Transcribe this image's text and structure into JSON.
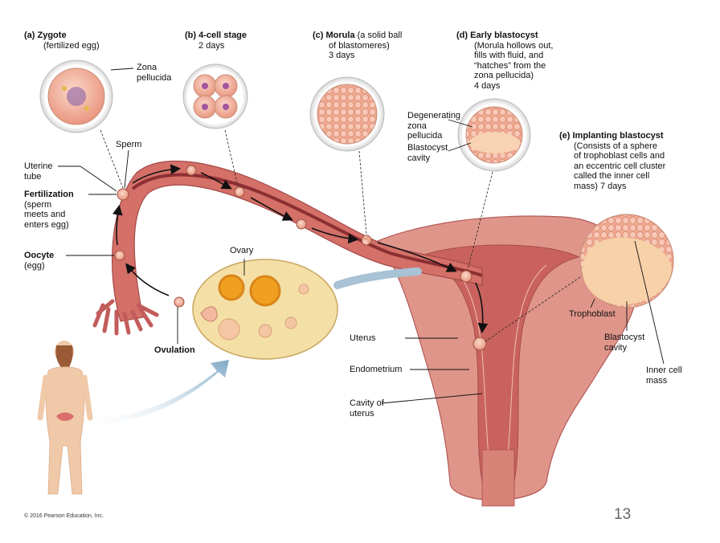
{
  "panels": {
    "a": {
      "tag": "(a) Zygote",
      "line2": "(fertilized egg)"
    },
    "b": {
      "tag": "(b) 4-cell stage",
      "line2": "2 days"
    },
    "c": {
      "tag": "(c) Morula",
      "rest1": " (a solid ball",
      "line2": "of blastomeres)",
      "line3": "3 days"
    },
    "d": {
      "tag": "(d) Early blastocyst",
      "line2": "(Morula hollows out,",
      "line3": "fills with fluid, and",
      "line4": "“hatches” from the",
      "line5": "zona pellucida)",
      "line6": "4 days"
    },
    "e": {
      "tag": "(e) Implanting blastocyst",
      "line2": "(Consists of a sphere",
      "line3": "of trophoblast cells and",
      "line4": "an eccentric cell cluster",
      "line5": "called the inner cell",
      "line6": "mass) 7 days"
    }
  },
  "labels": {
    "zona1": "Zona",
    "zona2": "pellucida",
    "sperm": "Sperm",
    "uterine1": "Uterine",
    "uterine2": "tube",
    "fert_title": "Fertilization",
    "fert2": "(sperm",
    "fert3": "meets and",
    "fert4": "enters egg)",
    "oocyte_title": "Oocyte",
    "oocyte2": "(egg)",
    "ovary": "Ovary",
    "ovulation": "Ovulation",
    "degen1": "Degenerating",
    "degen2": "zona",
    "degen3": "pellucida",
    "bcav1": "Blastocyst",
    "bcav2": "cavity",
    "uterus": "Uterus",
    "endometrium": "Endometrium",
    "cavity1": "Cavity of",
    "cavity2": "uterus",
    "trophoblast": "Trophoblast",
    "ebcav1": "Blastocyst",
    "ebcav2": "cavity",
    "icm1": "Inner cell",
    "icm2": "mass"
  },
  "footer": {
    "copyright": "© 2016 Pearson Education, Inc.",
    "page_number": "13"
  },
  "colors": {
    "tube": "#c8575a",
    "tube_light": "#e79b93",
    "uterus": "#d9847b",
    "uterus_dark": "#b95656",
    "ovary": "#f3dfa1",
    "follicle": "#f0a020",
    "cell": "#f4b8a0",
    "arrow": "#8ab3cf"
  }
}
